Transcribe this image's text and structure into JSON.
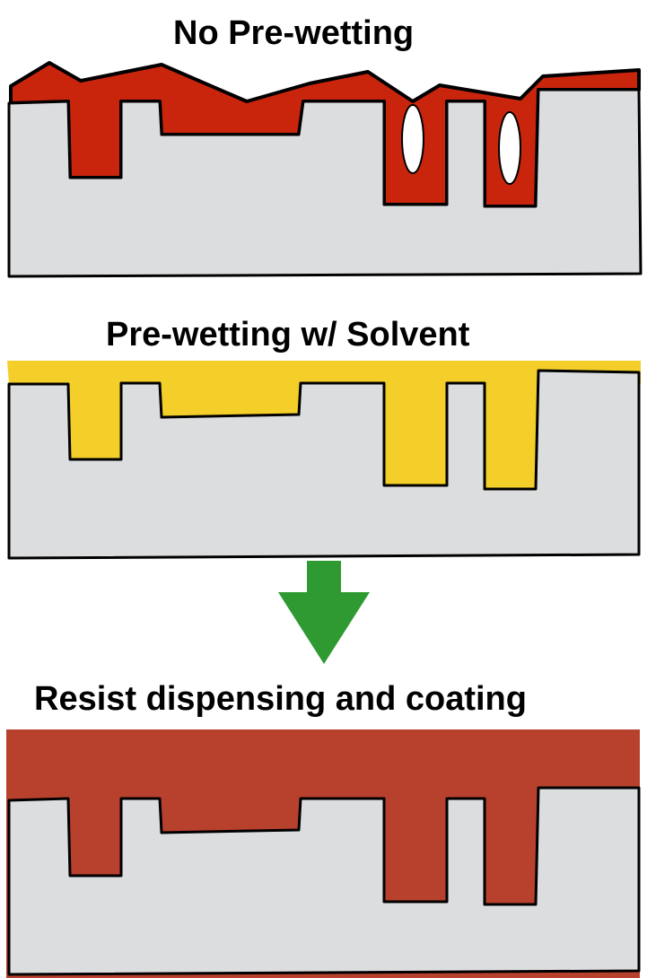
{
  "panels": [
    {
      "title": "No Pre-wetting",
      "fill_color": "#c9250d",
      "state": "incomplete fill with trapped voids"
    },
    {
      "title": "Pre-wetting w/ Solvent",
      "fill_color": "#f5cf29",
      "state": "trenches filled with solvent"
    },
    {
      "title": "Resist dispensing and coating",
      "fill_color": "#b8412e",
      "state": "trenches fully filled with resist"
    }
  ],
  "colors": {
    "substrate": "#dcdddf",
    "outline": "#000000",
    "arrow": "#2e9a31",
    "void": "#ffffff"
  },
  "icons": {
    "process_arrow": "down-arrow-icon"
  }
}
